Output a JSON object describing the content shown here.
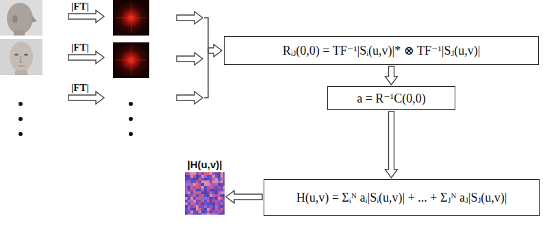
{
  "diagram": {
    "nodes": [
      {
        "text": [
          "Rᵢⱼ(0,0) = TF⁻¹|Sᵢ(u,v)|* ⊗ TF⁻¹|Sⱼ(u,v)|"
        ]
      },
      {
        "text": [
          "a = R⁻¹C(0,0)"
        ]
      },
      {
        "text": [
          "H(u,v) = Σᵢᴺ aᵢ|Sᵢ(u,v)| + ... + Σⱼᴺ aⱼ|Sⱼ(u,v)|"
        ]
      },
      {
        "text": [
          "|H(u,v)|"
        ]
      }
    ],
    "edges": [
      {
        "from": 0,
        "to": 1,
        "arrow": "to"
      },
      {
        "from": 1,
        "to": 2,
        "arrow": "to"
      },
      {
        "from": 2,
        "to": 3,
        "arrow": "to"
      }
    ],
    "labels": [
      "|FT|",
      "|FT|",
      "|FT|"
    ]
  }
}
